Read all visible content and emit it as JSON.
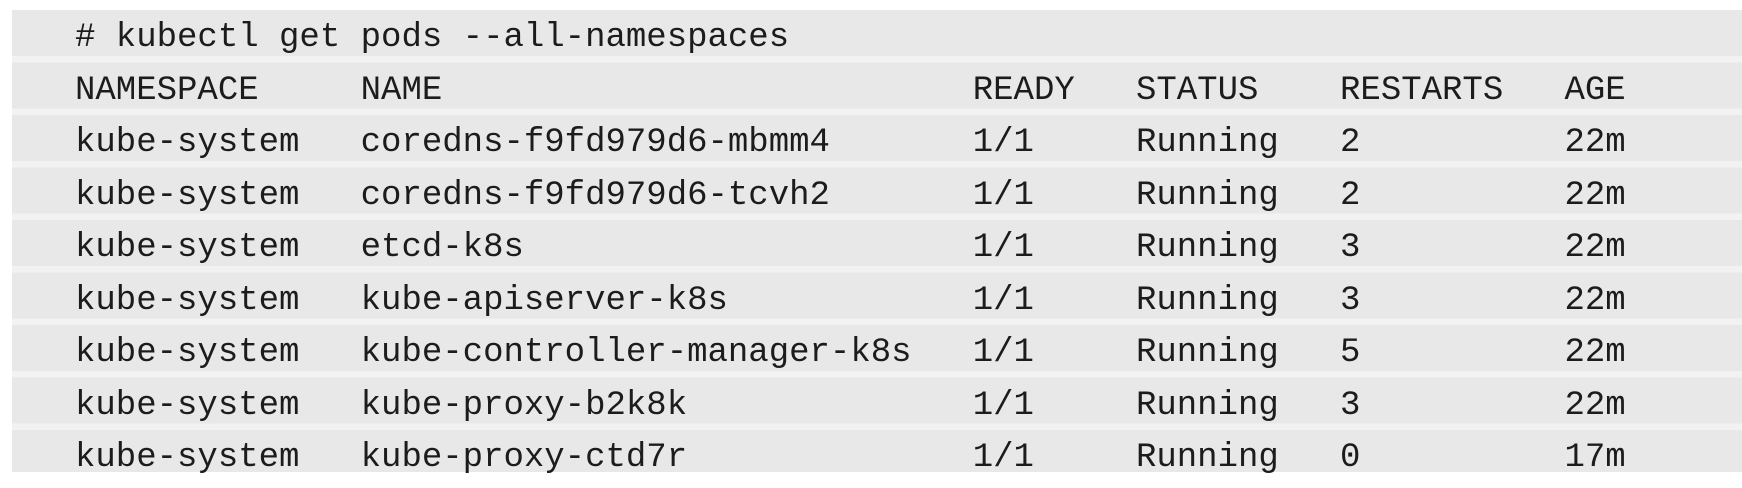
{
  "terminal": {
    "command_line": "# kubectl get pods --all-namespaces",
    "table": {
      "headers": [
        "NAMESPACE",
        "NAME",
        "READY",
        "STATUS",
        "RESTARTS",
        "AGE"
      ],
      "rows": [
        {
          "namespace": "kube-system",
          "name": "coredns-f9fd979d6-mbmm4",
          "ready": "1/1",
          "status": "Running",
          "restarts": "2",
          "age": "22m"
        },
        {
          "namespace": "kube-system",
          "name": "coredns-f9fd979d6-tcvh2",
          "ready": "1/1",
          "status": "Running",
          "restarts": "2",
          "age": "22m"
        },
        {
          "namespace": "kube-system",
          "name": "etcd-k8s",
          "ready": "1/1",
          "status": "Running",
          "restarts": "3",
          "age": "22m"
        },
        {
          "namespace": "kube-system",
          "name": "kube-apiserver-k8s",
          "ready": "1/1",
          "status": "Running",
          "restarts": "3",
          "age": "22m"
        },
        {
          "namespace": "kube-system",
          "name": "kube-controller-manager-k8s",
          "ready": "1/1",
          "status": "Running",
          "restarts": "5",
          "age": "22m"
        },
        {
          "namespace": "kube-system",
          "name": "kube-proxy-b2k8k",
          "ready": "1/1",
          "status": "Running",
          "restarts": "3",
          "age": "22m"
        },
        {
          "namespace": "kube-system",
          "name": "kube-proxy-ctd7r",
          "ready": "1/1",
          "status": "Running",
          "restarts": "0",
          "age": "17m"
        }
      ]
    },
    "colors": {
      "panel_background": "#e8e8e8",
      "page_background": "#ffffff",
      "text": "#1c1c1c"
    }
  }
}
